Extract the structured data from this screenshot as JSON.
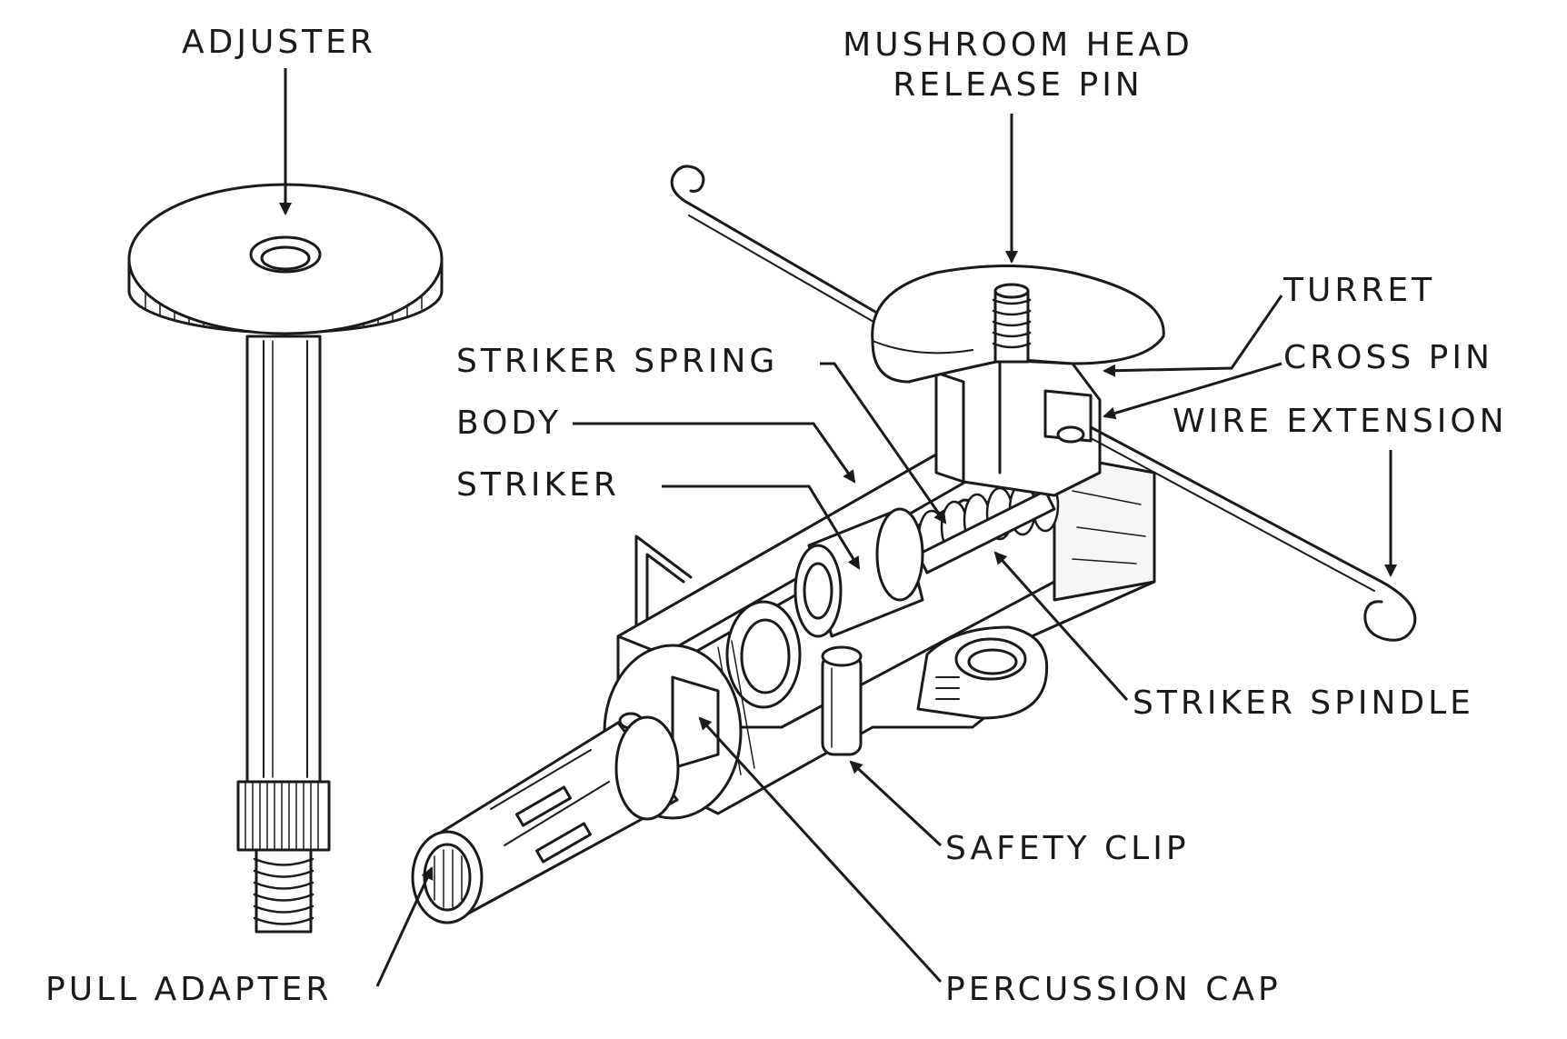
{
  "labels": {
    "adjuster": "ADJUSTER",
    "mushroom_head": "MUSHROOM HEAD\nRELEASE PIN",
    "turret": "TURRET",
    "cross_pin": "CROSS PIN",
    "wire_extension": "WIRE EXTENSION",
    "striker_spring": "STRIKER SPRING",
    "body": "BODY",
    "striker": "STRIKER",
    "striker_spindle": "STRIKER SPINDLE",
    "safety_clip": "SAFETY CLIP",
    "pull_adapter": "PULL ADAPTER",
    "percussion_cap": "PERCUSSION CAP"
  },
  "colors": {
    "ink": "#1a1a1a",
    "paper": "#ffffff"
  }
}
